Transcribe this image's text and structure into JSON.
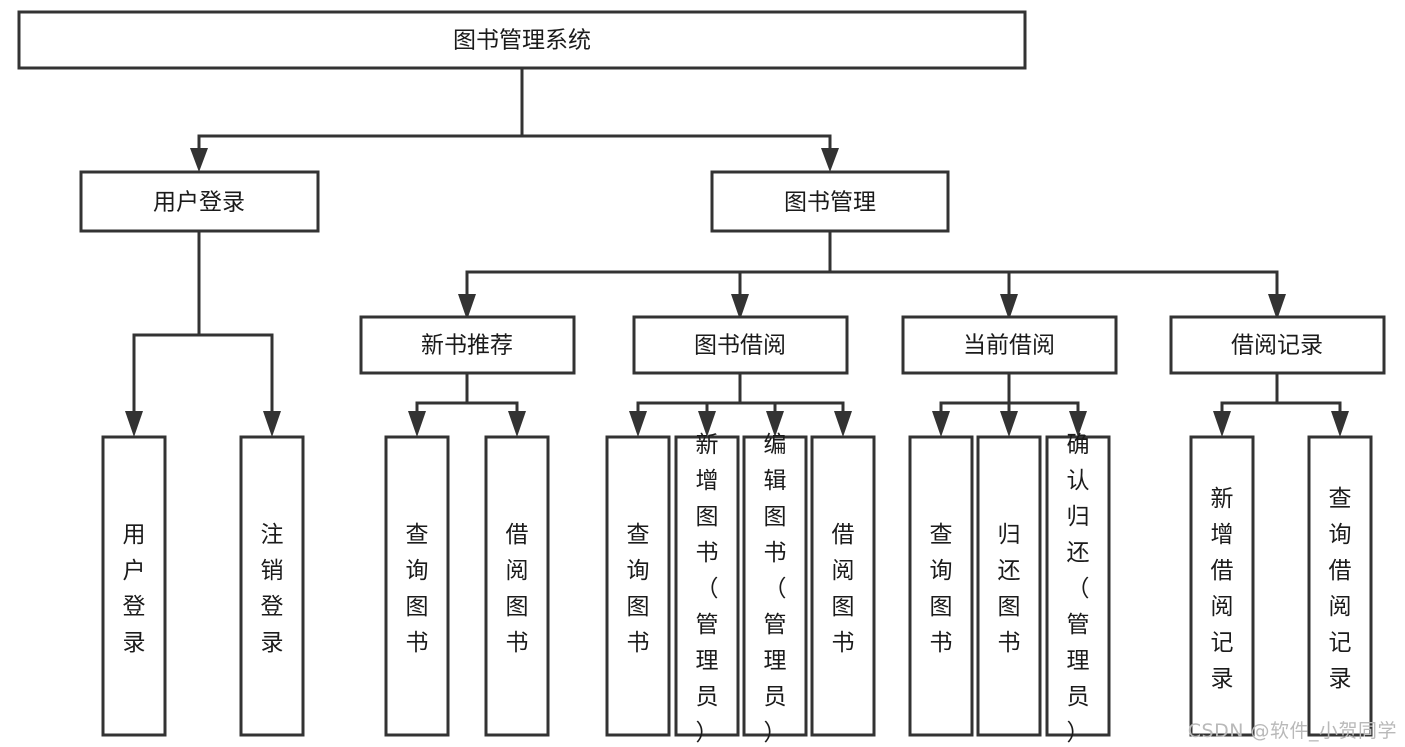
{
  "diagram": {
    "title": "图书管理系统",
    "watermark": "CSDN @软件_小贺同学",
    "colors": {
      "box_stroke": "#333333",
      "box_fill": "#ffffff",
      "text": "#1b1b1b",
      "watermark": "#b9b9b9"
    },
    "root": {
      "label": "图书管理系统"
    },
    "level2": [
      {
        "label": "用户登录"
      },
      {
        "label": "图书管理"
      }
    ],
    "level3": [
      {
        "label": "新书推荐"
      },
      {
        "label": "图书借阅"
      },
      {
        "label": "当前借阅"
      },
      {
        "label": "借阅记录"
      }
    ],
    "leaves": {
      "user_login": [
        {
          "label": "用户登录"
        },
        {
          "label": "注销登录"
        }
      ],
      "new_book": [
        {
          "label": "查询图书"
        },
        {
          "label": "借阅图书"
        }
      ],
      "book_borrow": [
        {
          "label": "查询图书"
        },
        {
          "label": "新增图书（管理员）"
        },
        {
          "label": "编辑图书（管理员）"
        },
        {
          "label": "借阅图书"
        }
      ],
      "current_borrow": [
        {
          "label": "查询图书"
        },
        {
          "label": "归还图书"
        },
        {
          "label": "确认归还（管理员）"
        }
      ],
      "borrow_record": [
        {
          "label": "新增借阅记录"
        },
        {
          "label": "查询借阅记录"
        }
      ]
    }
  }
}
